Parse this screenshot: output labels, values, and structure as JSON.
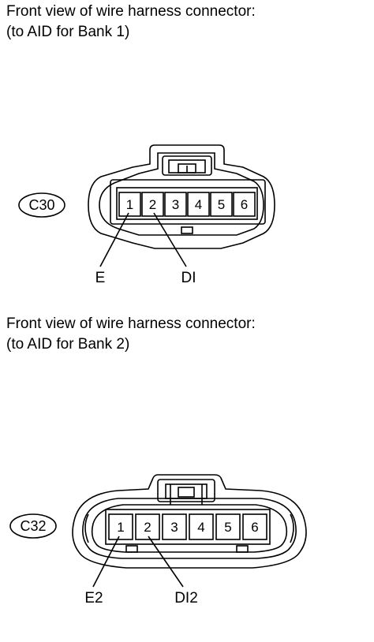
{
  "connector1": {
    "caption_line1": "Front view of wire harness connector:",
    "caption_line2": "(to AID for Bank 1)",
    "id": "C30",
    "pins": [
      "1",
      "2",
      "3",
      "4",
      "5",
      "6"
    ],
    "labels": {
      "pin1": "E",
      "pin2": "DI"
    }
  },
  "connector2": {
    "caption_line1": "Front view of wire harness connector:",
    "caption_line2": "(to AID for Bank 2)",
    "id": "C32",
    "pins": [
      "1",
      "2",
      "3",
      "4",
      "5",
      "6"
    ],
    "labels": {
      "pin1": "E2",
      "pin2": "DI2"
    }
  }
}
